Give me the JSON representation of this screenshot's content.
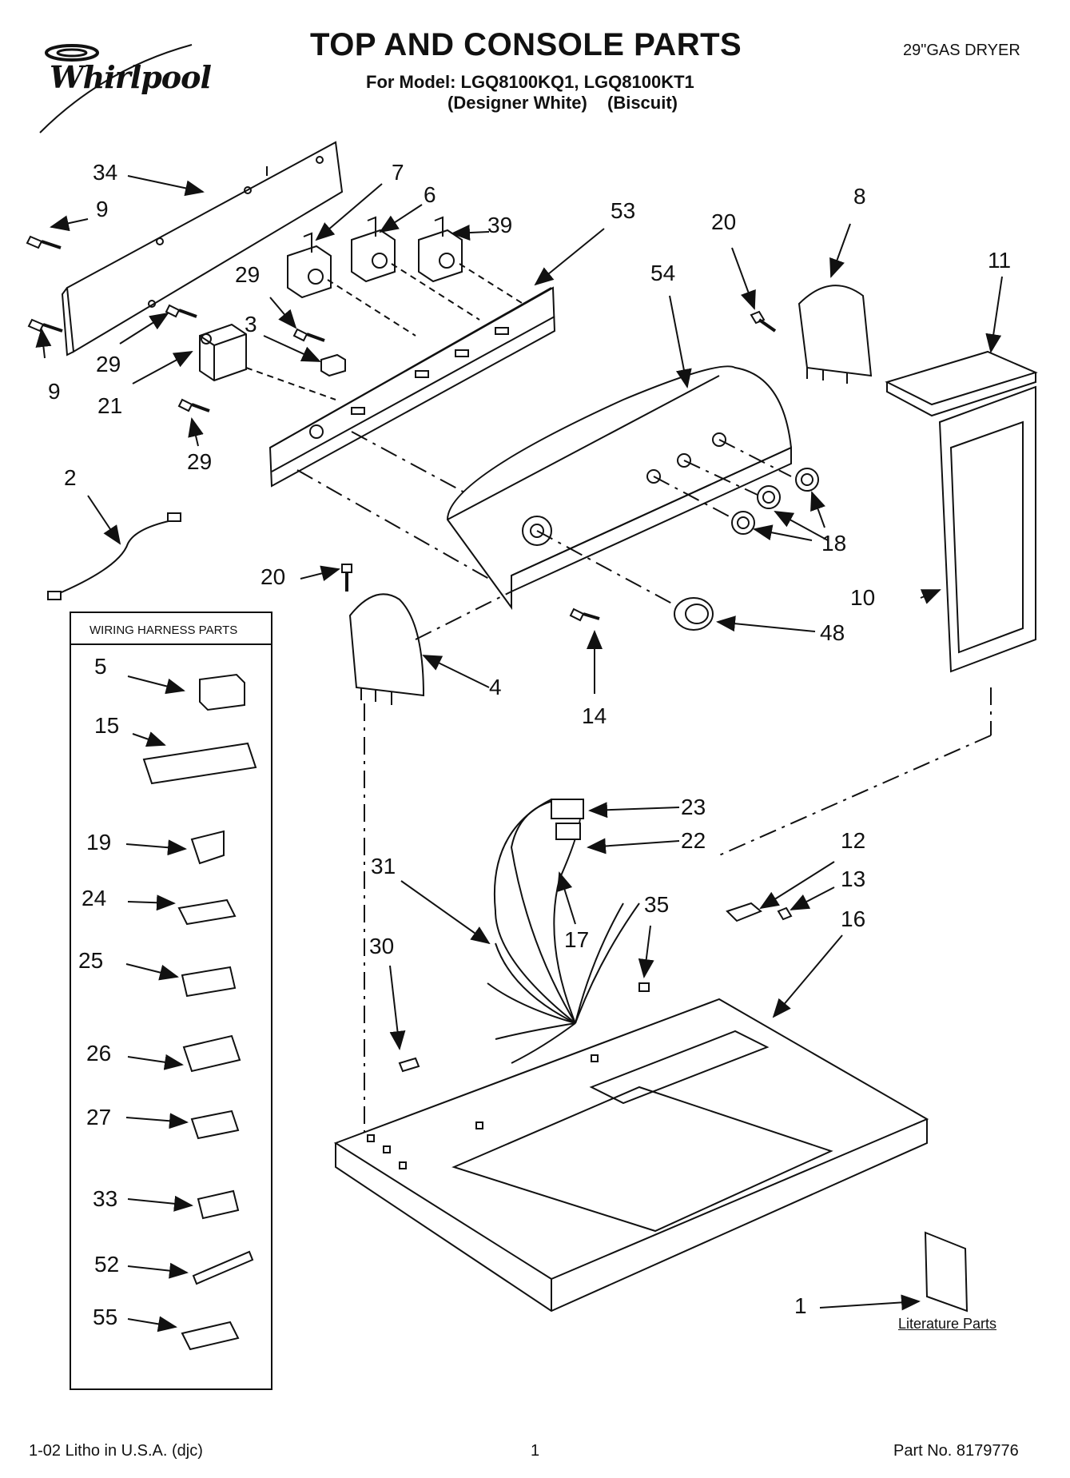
{
  "header": {
    "brand": "Whirlpool",
    "title": "TOP AND CONSOLE PARTS",
    "model_line": "For Model: LGQ8100KQ1, LGQ8100KT1",
    "finish_1": "(Designer White)",
    "finish_2": "(Biscuit)",
    "product_type": "29\"GAS DRYER"
  },
  "wiring_harness_box": {
    "title": "WIRING HARNESS PARTS",
    "callouts": [
      "5",
      "15",
      "19",
      "24",
      "25",
      "26",
      "27",
      "33",
      "52",
      "55"
    ]
  },
  "literature": {
    "label": "Literature Parts",
    "callout": "1"
  },
  "callouts": {
    "c34": "34",
    "c9a": "9",
    "c9b": "9",
    "c29a": "29",
    "c29b": "29",
    "c29c": "29",
    "c21": "21",
    "c3": "3",
    "c7": "7",
    "c6": "6",
    "c39": "39",
    "c53": "53",
    "c54": "54",
    "c20a": "20",
    "c20b": "20",
    "c8": "8",
    "c11": "11",
    "c10": "10",
    "c18": "18",
    "c48": "48",
    "c14": "14",
    "c4": "4",
    "c2": "2",
    "c23": "23",
    "c22": "22",
    "c31": "31",
    "c17": "17",
    "c35": "35",
    "c30": "30",
    "c12": "12",
    "c13": "13",
    "c16": "16"
  },
  "footer": {
    "litho": "1-02 Litho in U.S.A. (djc)",
    "page": "1",
    "part_no": "Part No. 8179776"
  }
}
